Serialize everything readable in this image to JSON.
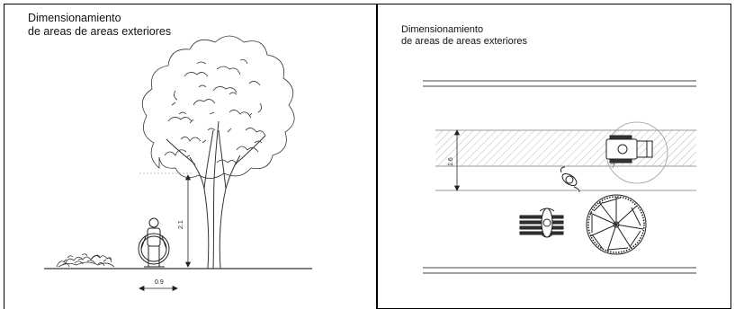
{
  "left_panel": {
    "title_line1": "Dimensionamiento",
    "title_line2": "de areas de areas exteriores",
    "dim_height": "2.1",
    "dim_width": "0.9"
  },
  "right_panel": {
    "title_line1": "Dimensionamiento",
    "title_line2": "de areas de areas exteriores",
    "dim_path_width": "1.6"
  },
  "icons": [
    "tree-elevation-icon",
    "shrub-icon",
    "wheelchair-user-icon",
    "wheelchair-plan-icon",
    "pedestrian-plan-icon",
    "bench-with-person-icon",
    "tree-plan-icon"
  ]
}
